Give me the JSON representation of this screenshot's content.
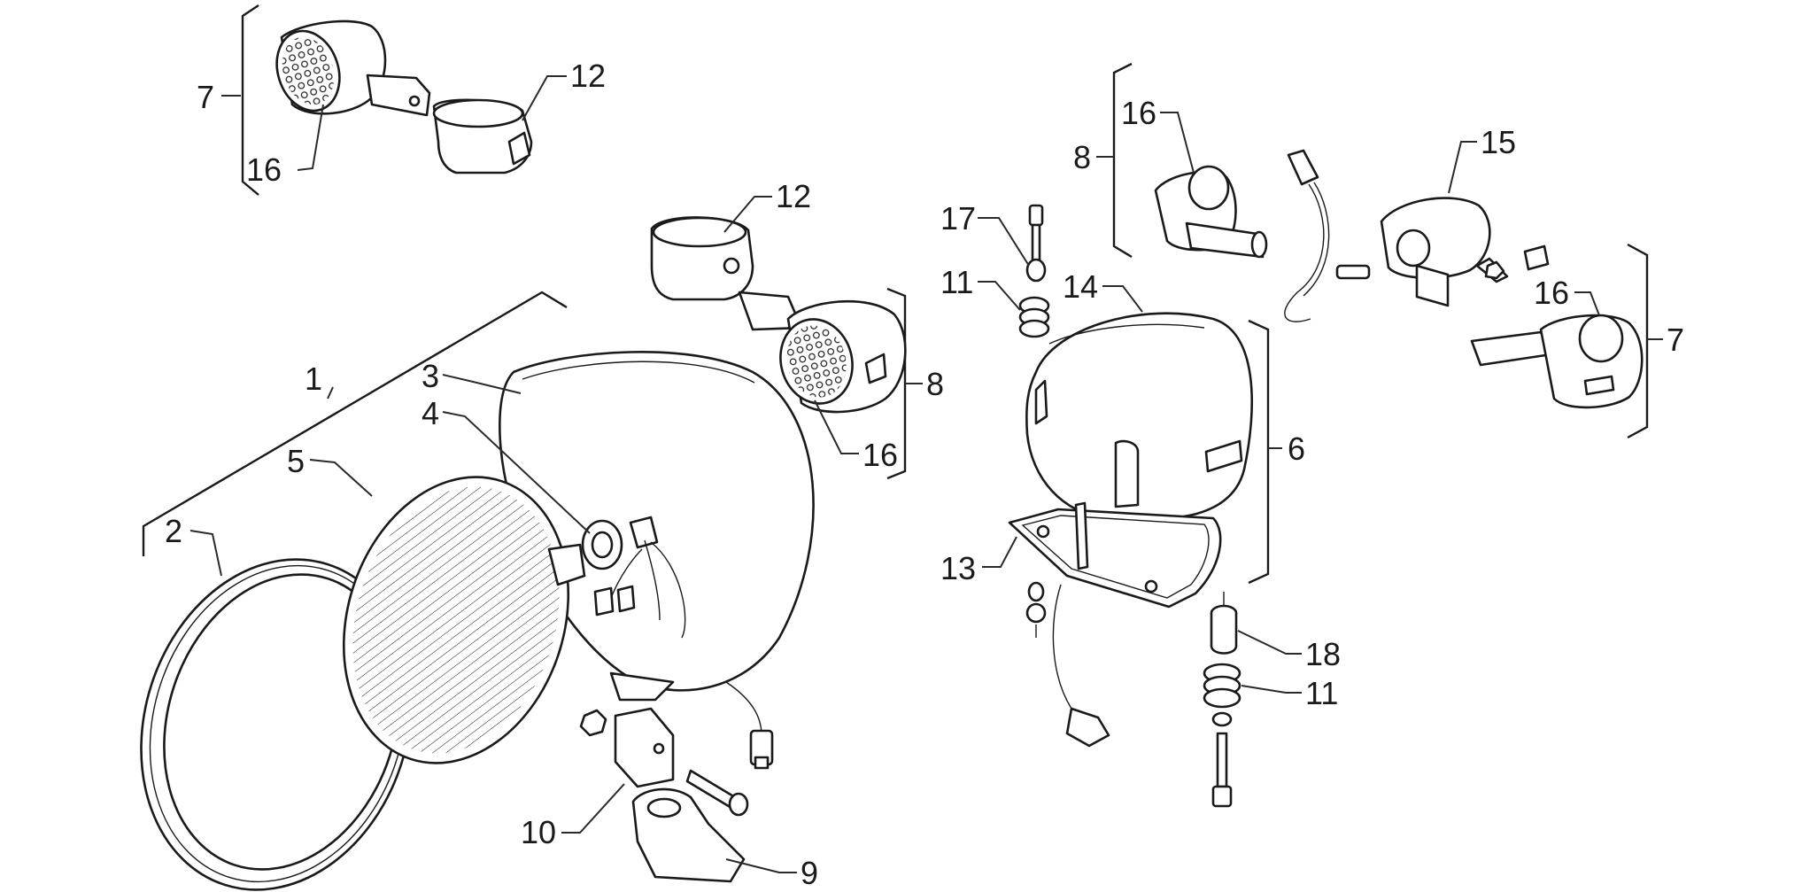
{
  "callouts": {
    "c1": "1",
    "c2": "2",
    "c3": "3",
    "c4": "4",
    "c5": "5",
    "c6": "6",
    "c7a": "7",
    "c7b": "7",
    "c8a": "8",
    "c8b": "8",
    "c9": "9",
    "c10": "10",
    "c11a": "11",
    "c11b": "11",
    "c12a": "12",
    "c12b": "12",
    "c13": "13",
    "c14": "14",
    "c15": "15",
    "c16a": "16",
    "c16b": "16",
    "c16c": "16",
    "c16d": "16",
    "c17": "17",
    "c18": "18"
  },
  "colors": {
    "ink": "#1a1a1a",
    "background": "#ffffff"
  }
}
